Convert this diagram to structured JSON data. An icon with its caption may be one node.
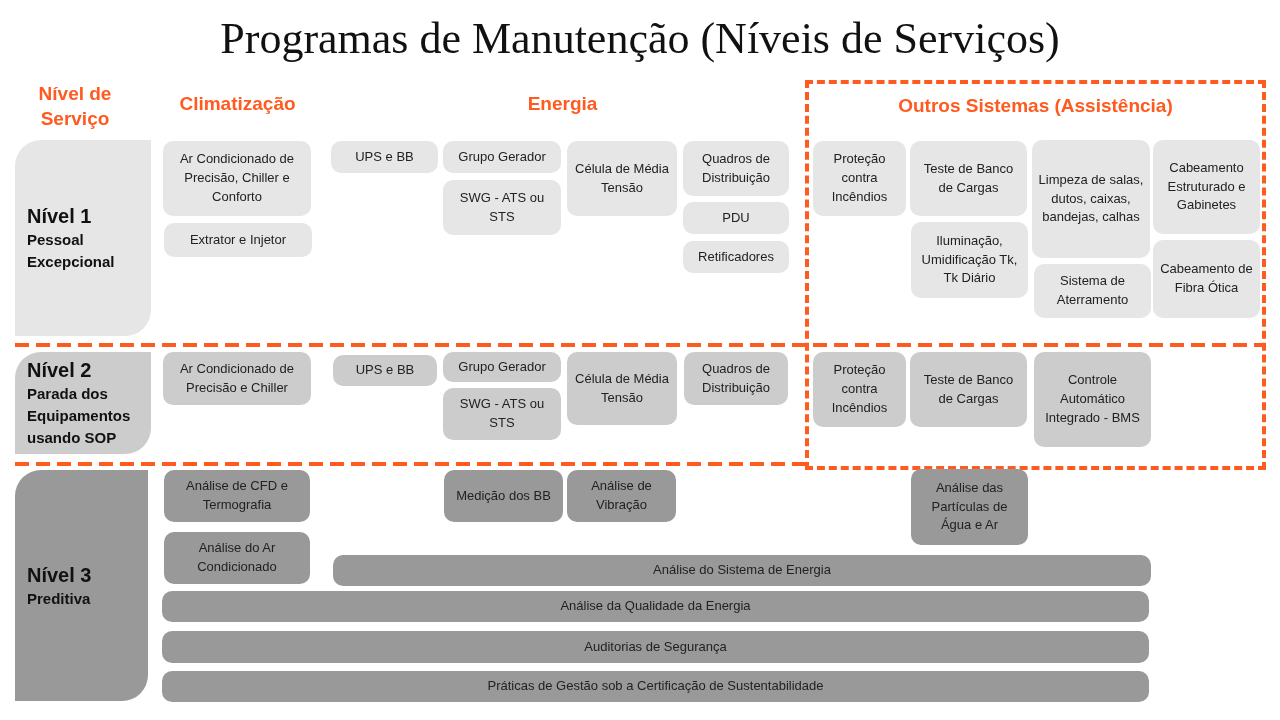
{
  "diagram": {
    "title": "Programas de Manutenção (Níveis de Serviços)",
    "nodes": [
      {
        "text": [
          "Outros Sistemas (Assistência)"
        ]
      },
      {
        "text": [
          "Nível 1",
          "Pessoal Excepcional"
        ]
      },
      {
        "text": [
          "Ar Condicionado de Precisão, Chiller e Conforto"
        ]
      },
      {
        "text": [
          "Extrator e Injetor"
        ]
      },
      {
        "text": [
          "UPS e BB"
        ]
      },
      {
        "text": [
          "Grupo Gerador"
        ]
      },
      {
        "text": [
          "SWG - ATS ou STS"
        ]
      },
      {
        "text": [
          "Célula de Média Tensão"
        ]
      },
      {
        "text": [
          "Quadros de Distribuição"
        ]
      },
      {
        "text": [
          "PDU"
        ]
      },
      {
        "text": [
          "Retificadores"
        ]
      },
      {
        "text": [
          "Proteção contra Incêndios"
        ],
        "in": 0
      },
      {
        "text": [
          "Teste de Banco de Cargas"
        ],
        "in": 0
      },
      {
        "text": [
          "Iluminação, Umidificação Tk, Tk Diário"
        ],
        "in": 0
      },
      {
        "text": [
          "Limpeza de salas, dutos, caixas, bandejas, calhas"
        ],
        "in": 0
      },
      {
        "text": [
          "Sistema de Aterramento"
        ],
        "in": 0
      },
      {
        "text": [
          "Cabeamento Estruturado e Gabinetes"
        ],
        "in": 0
      },
      {
        "text": [
          "Cabeamento de Fibra Ótica"
        ],
        "in": 0
      },
      {
        "text": [
          "Nível 2",
          "Parada dos Equipamentos usando SOP"
        ]
      },
      {
        "text": [
          "Ar Condicionado de Precisão e Chiller"
        ]
      },
      {
        "text": [
          "UPS e BB"
        ]
      },
      {
        "text": [
          "Grupo Gerador"
        ]
      },
      {
        "text": [
          "SWG - ATS ou STS"
        ]
      },
      {
        "text": [
          "Célula de Média Tensão"
        ]
      },
      {
        "text": [
          "Quadros de Distribuição"
        ]
      },
      {
        "text": [
          "Proteção contra Incêndios"
        ],
        "in": 0
      },
      {
        "text": [
          "Teste de Banco de Cargas"
        ],
        "in": 0
      },
      {
        "text": [
          "Controle Automático Integrado - BMS"
        ],
        "in": 0
      },
      {
        "text": [
          "Nível 3",
          "Preditiva"
        ]
      },
      {
        "text": [
          "Análise de CFD e Termografia"
        ]
      },
      {
        "text": [
          "Medição dos BB"
        ]
      },
      {
        "text": [
          "Análise de Vibração"
        ]
      },
      {
        "text": [
          "Análise das Partículas de Água e Ar"
        ]
      },
      {
        "text": [
          "Análise do Ar Condicionado"
        ]
      },
      {
        "text": [
          "Análise do Sistema de Energia"
        ]
      },
      {
        "text": [
          "Análise da Qualidade da Energia"
        ]
      },
      {
        "text": [
          "Auditorias de Segurança"
        ]
      },
      {
        "text": [
          "Práticas de Gestão sob a Certificação de Sustentabilidade"
        ]
      }
    ],
    "edges": [],
    "labels": [
      "Nível de Serviço",
      "Climatização",
      "Energia"
    ]
  }
}
